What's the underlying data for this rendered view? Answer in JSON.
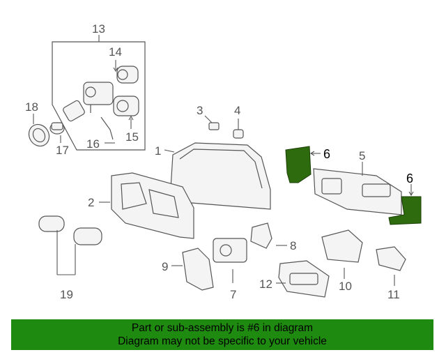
{
  "callouts": {
    "c1": "1",
    "c2": "2",
    "c3": "3",
    "c4": "4",
    "c5": "5",
    "c6a": "6",
    "c6b": "6",
    "c7": "7",
    "c8": "8",
    "c9": "9",
    "c10": "10",
    "c11": "11",
    "c12": "12",
    "c13": "13",
    "c14": "14",
    "c15": "15",
    "c16": "16",
    "c17": "17",
    "c18": "18",
    "c19": "19"
  },
  "banner": {
    "line1": "Part or sub-assembly is #6 in diagram",
    "line2": "Diagram may not be specific to your vehicle"
  },
  "colors": {
    "highlight_part": "#2e6b0e",
    "banner_bg": "#1f8a10"
  }
}
